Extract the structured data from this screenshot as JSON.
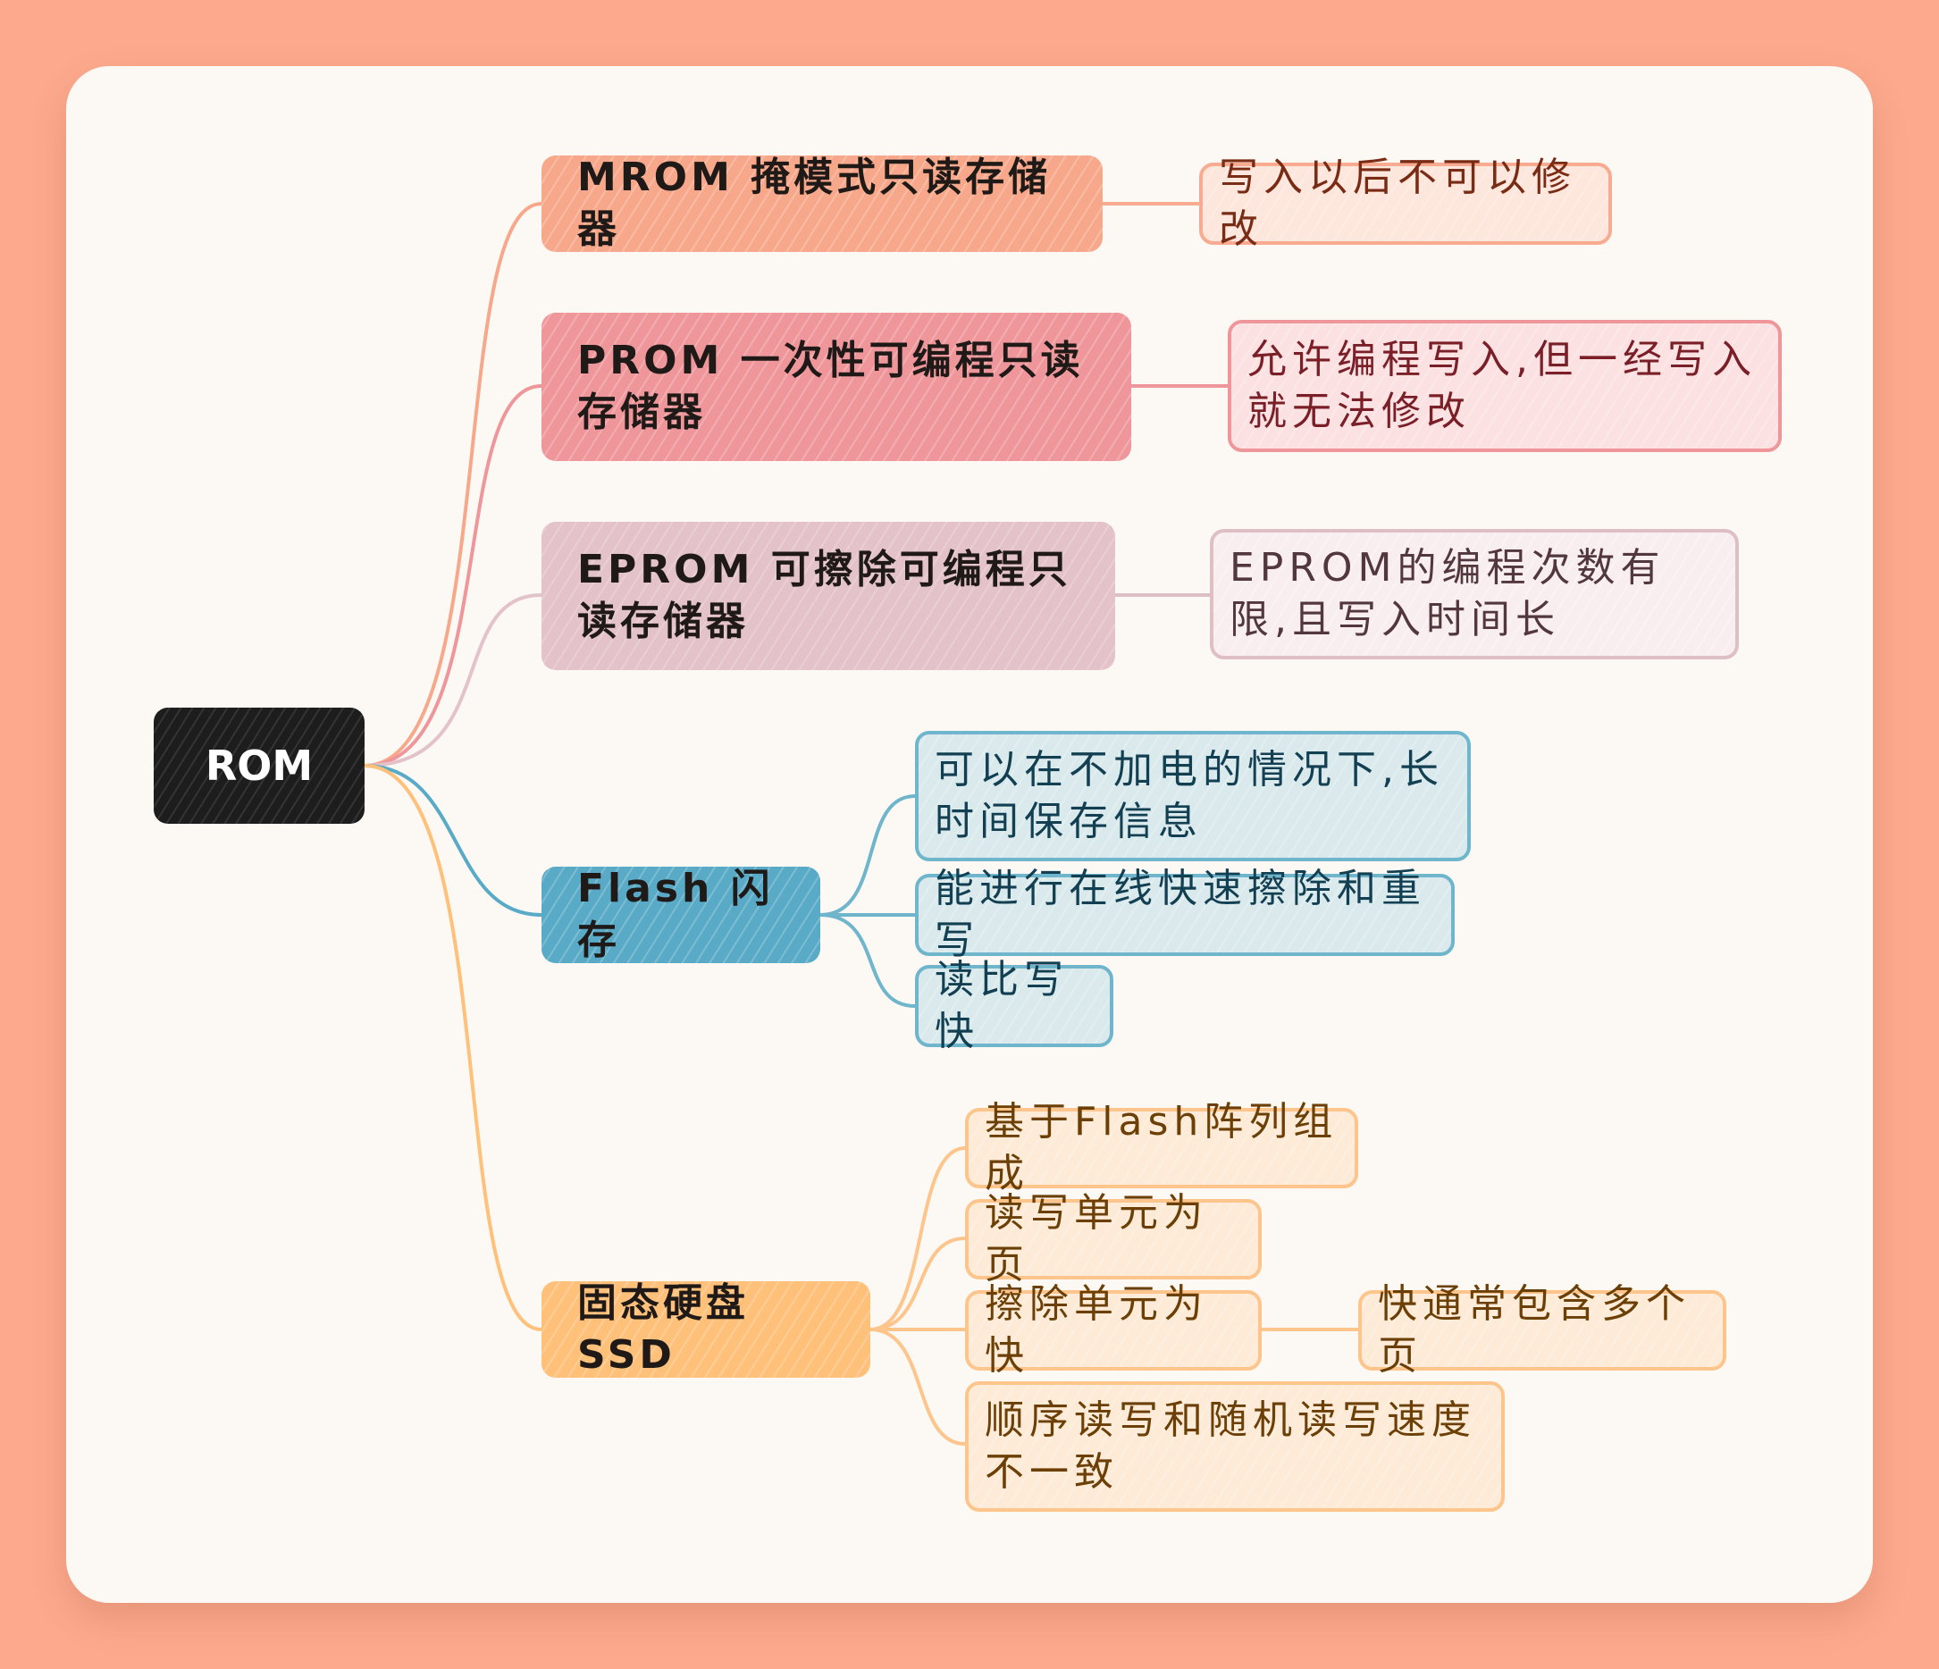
{
  "root": {
    "label": "ROM"
  },
  "colors": {
    "background": "#fca98d",
    "card": "#fcf9f5",
    "root": "#1d1d1d",
    "mrom": "#f8a88a",
    "prom": "#ef969a",
    "eprom": "#e3c2c9",
    "flash": "#58aac6",
    "ssd": "#ffc07a"
  },
  "branches": [
    {
      "label": "MROM 掩模式只读存储器",
      "children": [
        {
          "label": "写入以后不可以修改"
        }
      ]
    },
    {
      "label": "PROM 一次性可编程只读存储器",
      "children": [
        {
          "label": "允许编程写入,但一经写入就无法修改"
        }
      ]
    },
    {
      "label": "EPROM 可擦除可编程只读存储器",
      "children": [
        {
          "label": "EPROM的编程次数有限,且写入时间长"
        }
      ]
    },
    {
      "label": "Flash 闪存",
      "children": [
        {
          "label": "可以在不加电的情况下,长时间保存信息"
        },
        {
          "label": "能进行在线快速擦除和重写"
        },
        {
          "label": "读比写快"
        }
      ]
    },
    {
      "label": "固态硬盘SSD",
      "children": [
        {
          "label": "基于Flash阵列组成"
        },
        {
          "label": "读写单元为 页"
        },
        {
          "label": "擦除单元为 快",
          "children": [
            {
              "label": "快通常包含多个页"
            }
          ]
        },
        {
          "label": "顺序读写和随机读写速度不一致"
        }
      ]
    }
  ]
}
